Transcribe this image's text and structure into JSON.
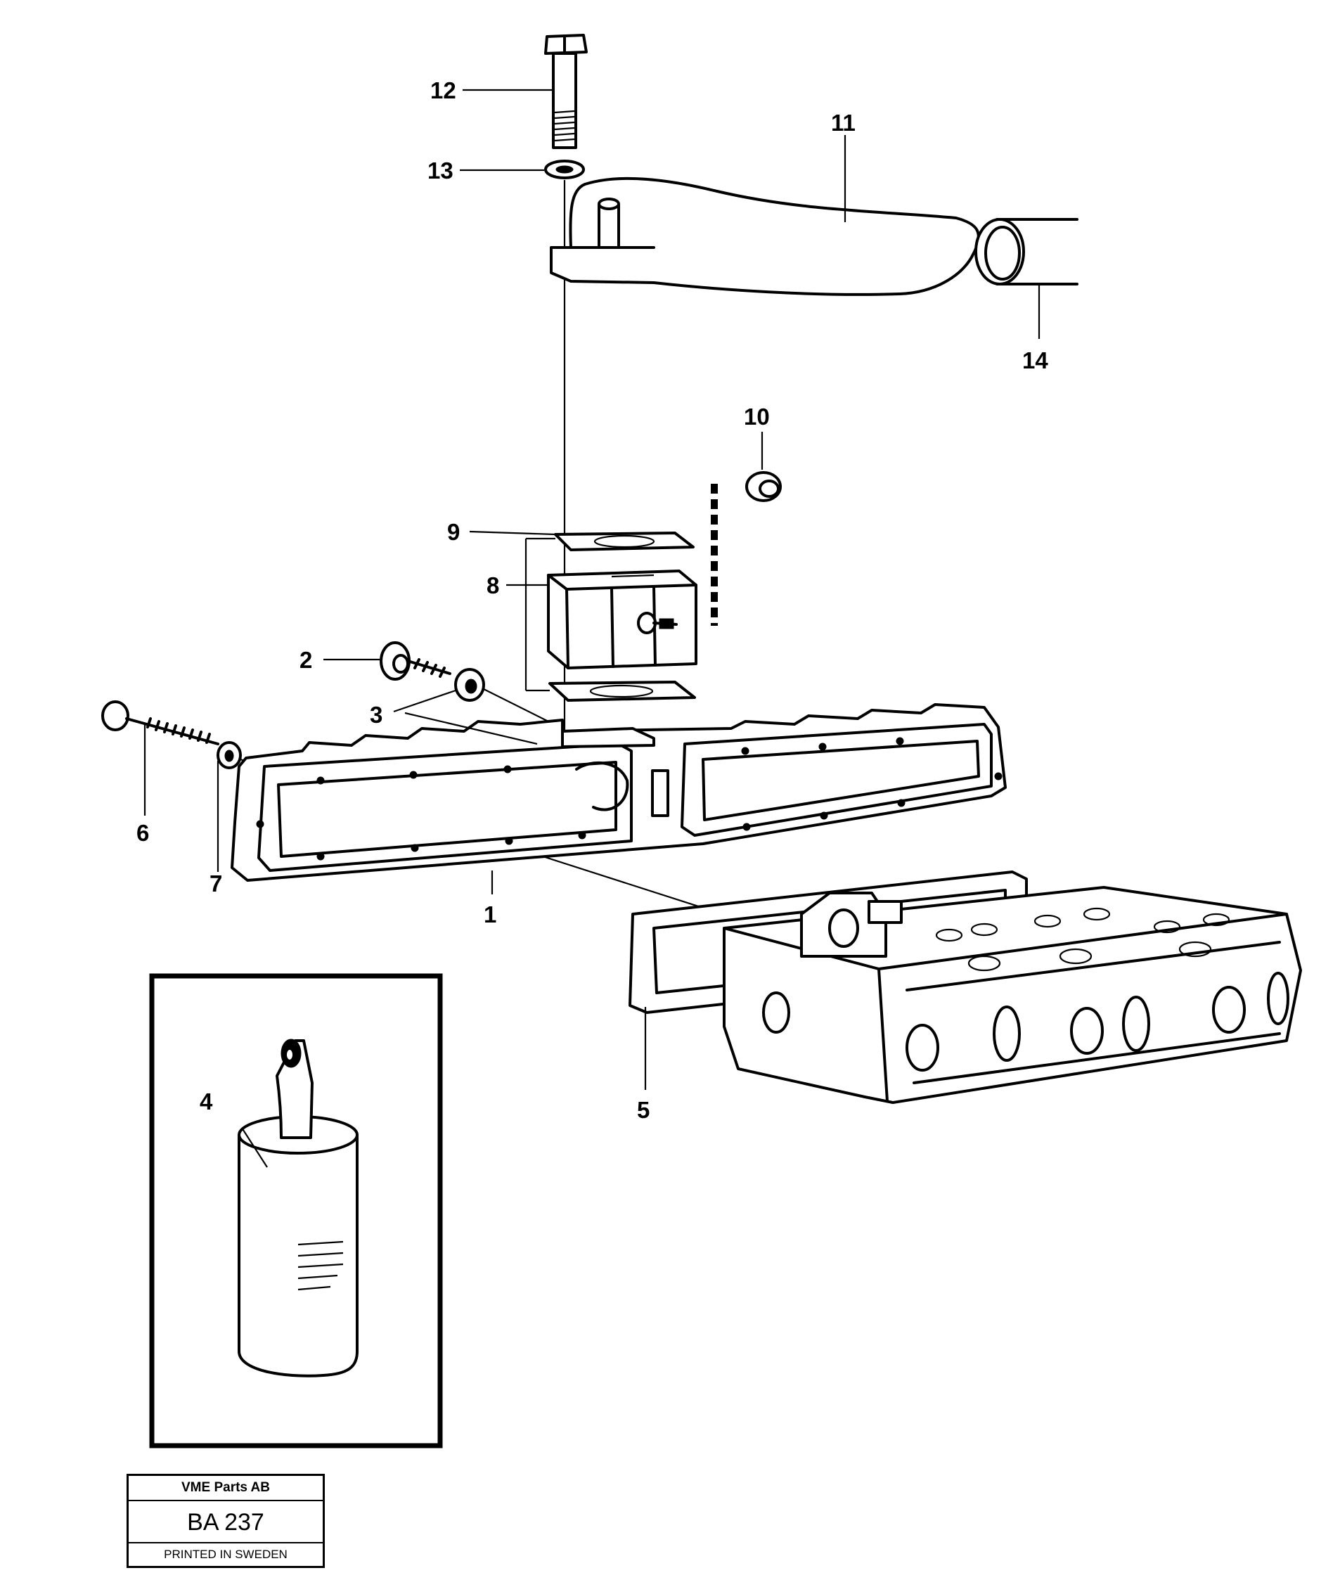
{
  "callouts": {
    "c1": "1",
    "c2": "2",
    "c3": "3",
    "c4": "4",
    "c5": "5",
    "c6": "6",
    "c7": "7",
    "c8": "8",
    "c9": "9",
    "c10": "10",
    "c11": "11",
    "c12": "12",
    "c13": "13",
    "c14": "14"
  },
  "stamp": {
    "company": "VME Parts AB",
    "code": "BA  237",
    "printed": "PRINTED IN SWEDEN"
  },
  "colors": {
    "ink": "#000000",
    "paper": "#ffffff"
  }
}
